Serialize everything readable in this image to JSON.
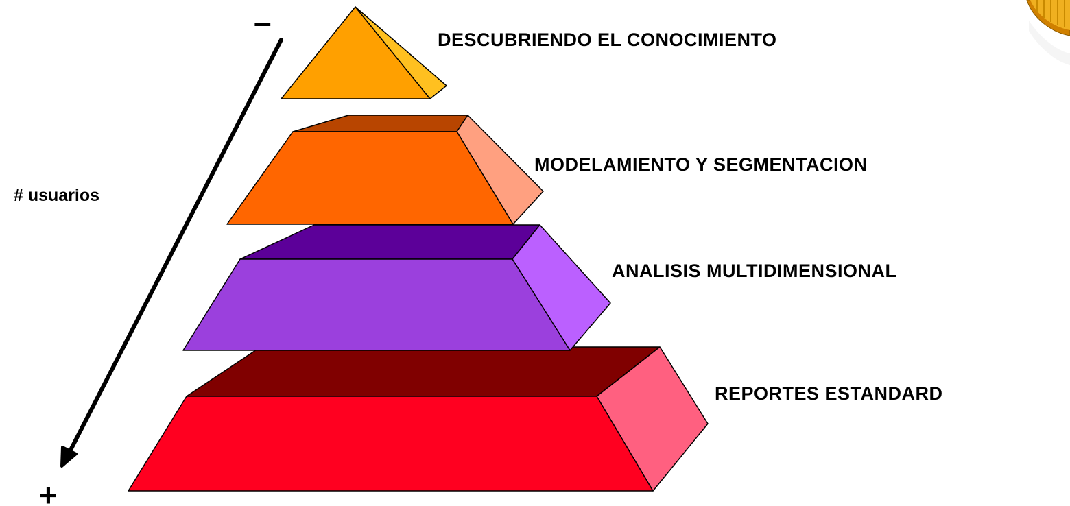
{
  "diagram": {
    "type": "pyramid",
    "levels": [
      {
        "label": "DESCUBRIENDO EL CONOCIMIENTO",
        "colors": {
          "front": "#FFA000",
          "side": "#FFC020"
        }
      },
      {
        "label": "MODELAMIENTO Y SEGMENTACION",
        "colors": {
          "top": "#B84500",
          "front": "#FF6600",
          "side": "#FFA080"
        }
      },
      {
        "label": "ANALISIS MULTIDIMENSIONAL",
        "colors": {
          "top": "#5C0099",
          "front": "#9B40DD",
          "side": "#BB60FF"
        }
      },
      {
        "label": "REPORTES ESTANDARD",
        "colors": {
          "top": "#800000",
          "front": "#FF0020",
          "side": "#FF6080"
        }
      }
    ],
    "axis": {
      "label": "# usuarios",
      "top_sign": "–",
      "bottom_sign": "+"
    },
    "corner_decoration": {
      "icon": "coin-graphic-icon",
      "colors": {
        "face": "#F0B020",
        "rim": "#D08000"
      }
    }
  }
}
